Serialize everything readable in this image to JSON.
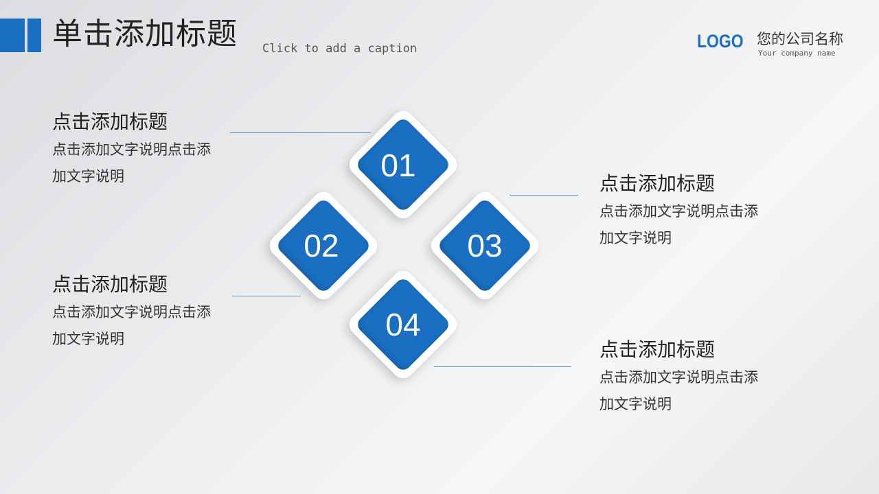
{
  "header": {
    "title": "单击添加标题",
    "subtitle": "Click to add a caption",
    "logo": "LOGO",
    "company_name": "您的公司名称",
    "company_name_en": "Your company name"
  },
  "items": [
    {
      "number": "01",
      "title": "点击添加标题",
      "desc": "点击添加文字说明点击添加文字说明"
    },
    {
      "number": "02",
      "title": "点击添加标题",
      "desc": "点击添加文字说明点击添加文字说明"
    },
    {
      "number": "03",
      "title": "点击添加标题",
      "desc": "点击添加文字说明点击添加文字说明"
    },
    {
      "number": "04",
      "title": "点击添加标题",
      "desc": "点击添加文字说明点击添加文字说明"
    }
  ],
  "colors": {
    "accent": "#1a6fc2",
    "text": "#222222"
  }
}
